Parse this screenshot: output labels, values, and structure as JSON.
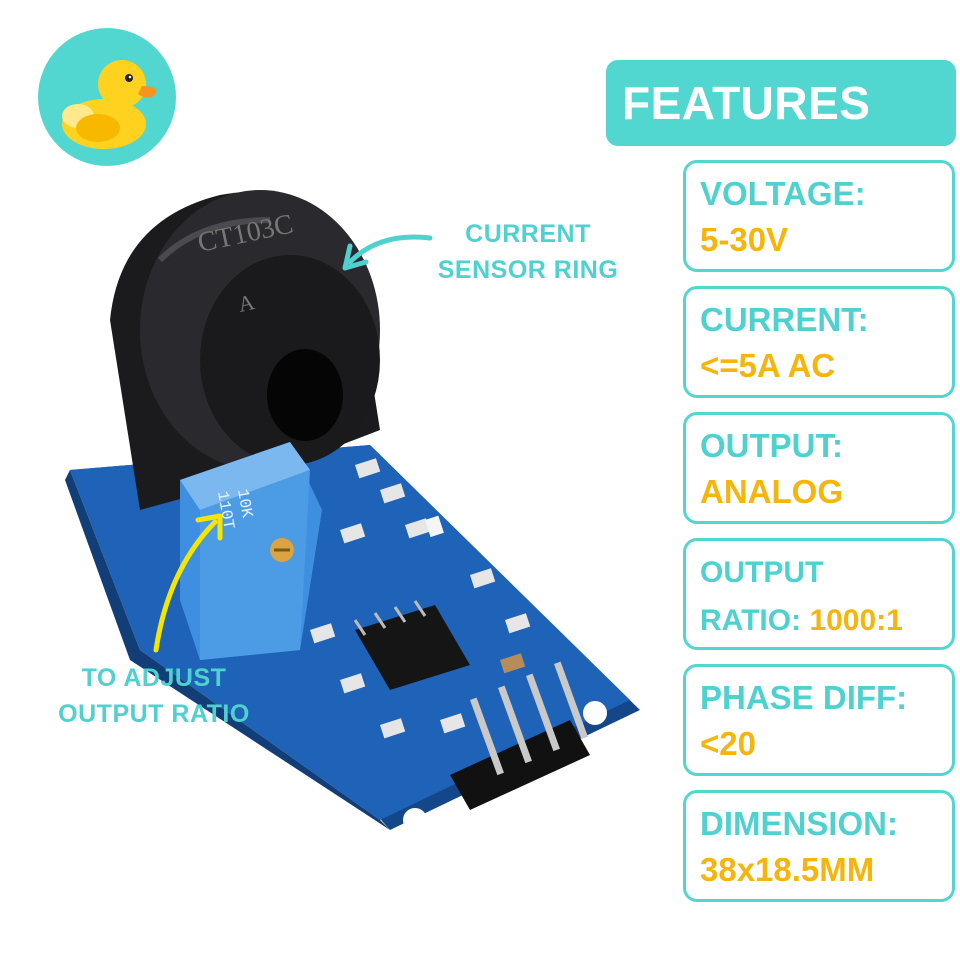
{
  "callouts": {
    "ring": [
      "CURRENT",
      "SENSOR RING"
    ],
    "adjust": [
      "TO ADJUST",
      "OUTPUT RATIO"
    ]
  },
  "features": {
    "header": "FEATURES",
    "items": [
      {
        "label": "VOLTAGE:",
        "value": "5-30V"
      },
      {
        "label": "CURRENT:",
        "value": "<=5A AC"
      },
      {
        "label": "OUTPUT:",
        "value": "ANALOG"
      },
      {
        "label": "OUTPUT",
        "label2": "RATIO:",
        "value": "1000:1"
      },
      {
        "label": "PHASE DIFF:",
        "value": "<20"
      },
      {
        "label": "DIMENSION:",
        "value": "38x18.5MM"
      }
    ]
  },
  "product": {
    "ring_marking": "CT103C",
    "ring_marking_2": "A",
    "pot_marking": "110T",
    "pot_marking_2": "10K"
  },
  "colors": {
    "accent": "#52d6d0",
    "value": "#f5b50c",
    "pcb": "#1d5fb0",
    "arrow_adjust": "#f5e500"
  }
}
